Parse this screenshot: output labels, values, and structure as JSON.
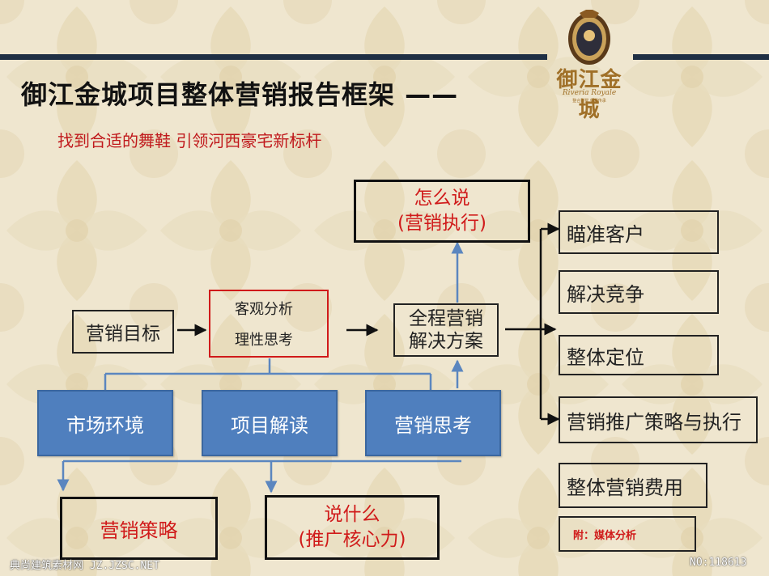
{
  "header": {
    "title": "御江金城项目整体营销报告框架 ——",
    "subtitle": "找到合适的舞鞋   引领河西豪宅新标杆"
  },
  "logo": {
    "name_cn": "御江金城",
    "name_en": "Riveria Royale",
    "tagline": "整合别墅 荣耀传承"
  },
  "diagram": {
    "goal": "营销目标",
    "analysis_line1": "客观分析",
    "analysis_line2": "理性思考",
    "solution_line1": "全程营销",
    "solution_line2": "解决方案",
    "how_line1": "怎么说",
    "how_line2": "(营销执行)",
    "inputs": [
      "市场环境",
      "项目解读",
      "营销思考"
    ],
    "strategy": "营销策略",
    "what_line1": "说什么",
    "what_line2": "(推广核心力)",
    "outcomes": [
      "瞄准客户",
      "解决竞争",
      "整体定位",
      "营销推广策略与执行",
      "整体营销费用"
    ],
    "appendix": "附：媒体分析"
  },
  "footer": {
    "watermark": "典尚建筑素材网 JZ.JZSC.NET",
    "number": "NO:118613"
  },
  "colors": {
    "topbar": "#1f2f44",
    "accent_red": "#d01a1a",
    "box_blue": "#4f7fbe",
    "connector_blue": "#5b86bf"
  }
}
